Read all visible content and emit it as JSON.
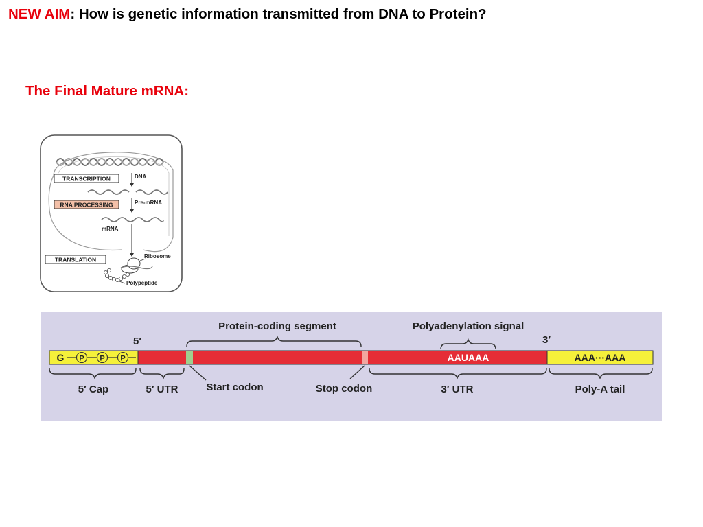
{
  "slide": {
    "aim_label": "NEW AIM",
    "aim_question": ": How is genetic information transmitted from DNA to Protein?",
    "section_heading": "The Final Mature mRNA:"
  },
  "overview": {
    "steps": {
      "transcription": "TRANSCRIPTION",
      "rna_processing": "RNA PROCESSING",
      "translation": "TRANSLATION"
    },
    "molecules": {
      "dna": "DNA",
      "pre_mrna": "Pre-mRNA",
      "mrna": "mRNA",
      "ribosome": "Ribosome",
      "polypeptide": "Polypeptide"
    },
    "colors": {
      "rna_processing_highlight": "#f4c0a8"
    }
  },
  "mrna": {
    "top_labels": {
      "five_prime": "5′",
      "three_prime": "3′",
      "protein_coding": "Protein-coding segment",
      "polyadenylation": "Polyadenylation signal"
    },
    "strand": {
      "cap_g": "G",
      "phosphates": [
        "P",
        "P",
        "P"
      ],
      "signal_sequence": "AAUAAA",
      "poly_a": "AAA···AAA"
    },
    "bottom_labels": {
      "cap": "5′ Cap",
      "five_utr": "5′ UTR",
      "start_codon": "Start codon",
      "stop_codon": "Stop codon",
      "three_utr": "3′ UTR",
      "poly_a_tail": "Poly-A tail"
    },
    "colors": {
      "panel_bg": "#d6d3e8",
      "cap_yellow": "#f5f03a",
      "coding_red": "#e52d36",
      "start_codon": "#9fcf8f",
      "stop_codon": "#f2a6a0"
    }
  }
}
